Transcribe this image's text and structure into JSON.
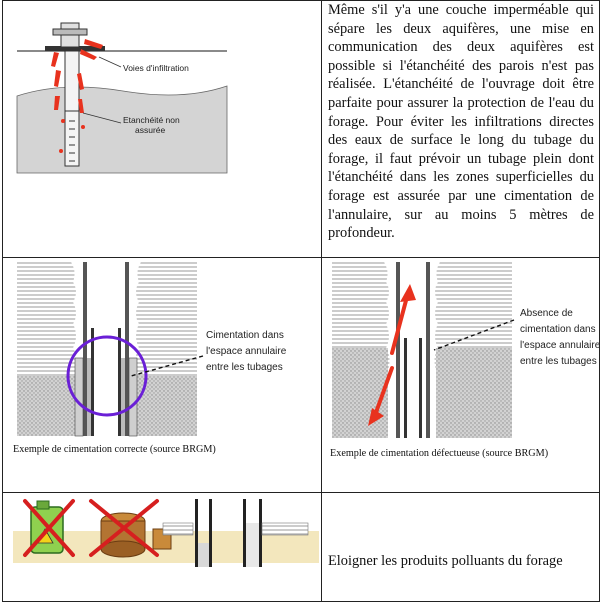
{
  "diagram1": {
    "label_infiltration": "Voies d'infiltration",
    "label_etancheite_line1": "Etanchéité non",
    "label_etancheite_line2": "assurée"
  },
  "paragraph": "Même s'il y'a une couche imperméable qui sépare les deux aquifères, une mise en communication des deux aquifères est possible si l'étanchéité des parois n'est pas réalisée. L'étanchéité de l'ouvrage doit être parfaite pour assurer la protection de l'eau du forage. Pour éviter les infiltrations directes des eaux de surface le long du tubage du forage, il faut prévoir un tubage plein dont l'étanchéité dans les zones superficielles du forage est assurée par une cimentation de l'annulaire, sur au moins 5 mètres de profondeur.",
  "correct": {
    "label_line1": "Cimentation dans",
    "label_line2": "l'espace annulaire",
    "label_line3": "entre les tubages",
    "caption": "Exemple de cimentation correcte (source BRGM)"
  },
  "defective": {
    "label_line1": "Absence de",
    "label_line2": "cimentation dans",
    "label_line3": "l'espace annulaire",
    "label_line4": "entre les tubages",
    "caption": "Exemple de cimentation défectueuse (source BRGM)"
  },
  "bottom_text": "Eloigner les produits polluants du forage",
  "colors": {
    "arrow_red": "#e8321e",
    "circle_purple": "#6a1fd6",
    "cross_red": "#d61f1f",
    "soil_beige": "#f3e7bd"
  }
}
